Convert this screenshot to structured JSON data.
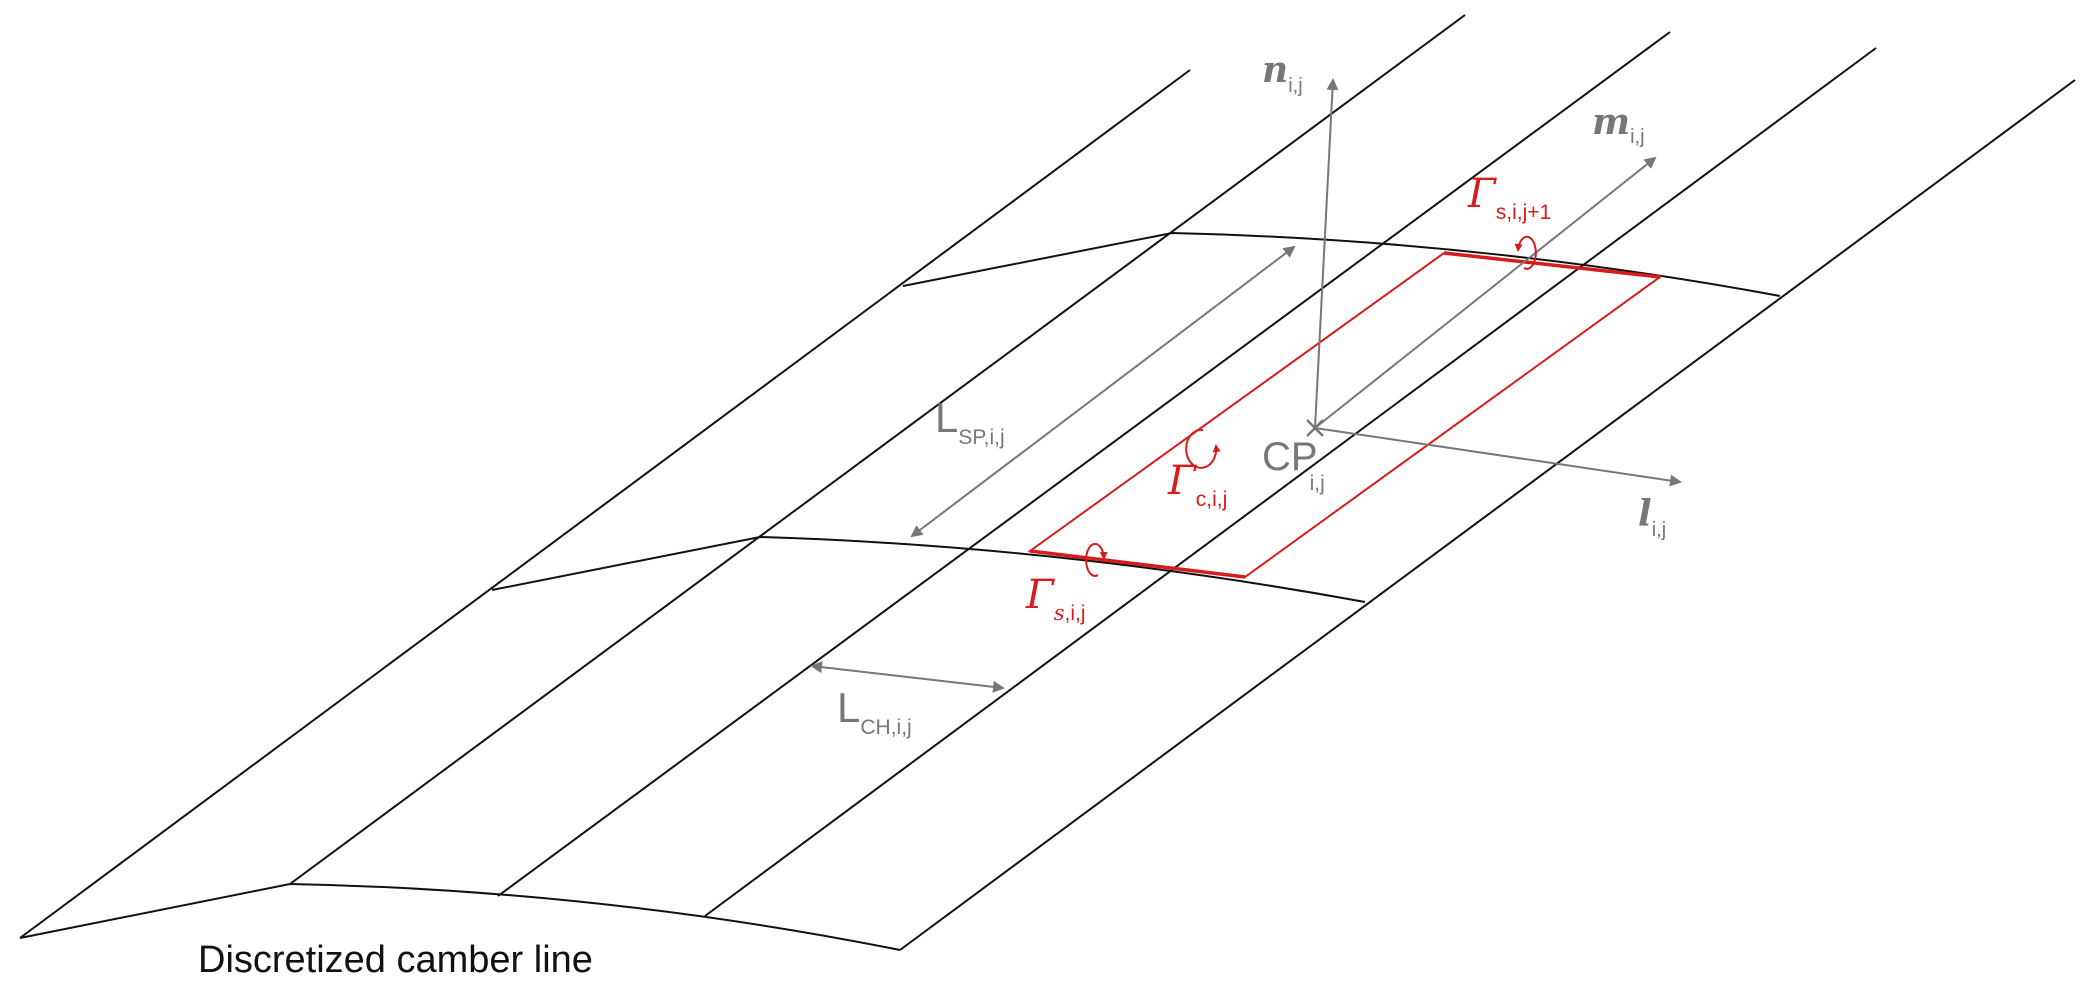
{
  "diagram": {
    "caption": "Discretized camber line",
    "vectors": {
      "normal": {
        "symbol": "n",
        "subscript": "i,j"
      },
      "spanwise": {
        "symbol": "m",
        "subscript": "i,j"
      },
      "chordwise": {
        "symbol": "l",
        "subscript": "i,j"
      }
    },
    "control_point": {
      "symbol": "CP",
      "subscript": "i,j"
    },
    "lengths": {
      "span": {
        "symbol": "L",
        "subscript": "SP,i,j"
      },
      "chord": {
        "symbol": "L",
        "subscript": "CH,i,j"
      }
    },
    "circulations": {
      "chordwise": {
        "symbol": "Γ",
        "subscript": "c,i,j"
      },
      "spanwise_next": {
        "symbol": "Γ",
        "subscript": "s,i,j+1"
      },
      "spanwise": {
        "symbol": "Γ",
        "subscript_italic": "s",
        "subscript_rest": ",i,j"
      }
    },
    "colors": {
      "mesh": "#111111",
      "annotation": "#777777",
      "vortex": "#d81b1b"
    }
  }
}
